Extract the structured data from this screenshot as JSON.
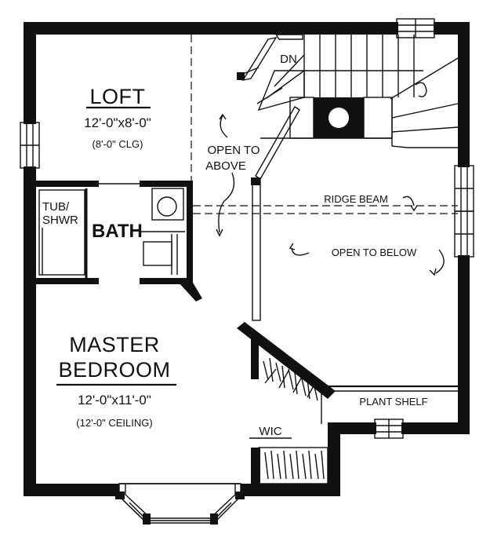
{
  "rooms": {
    "loft": {
      "name": "LOFT",
      "size": "12'-0\"x8'-0\"",
      "ceiling": "(8'-0\" CLG)"
    },
    "bath": {
      "name": "BATH",
      "fixture_line1": "TUB/",
      "fixture_line2": "SHWR"
    },
    "master": {
      "name_line1": "MASTER",
      "name_line2": "BEDROOM",
      "size": "12'-0\"x11'-0\"",
      "ceiling": "(12'-0\" CEILING)"
    },
    "wic": {
      "name": "WIC"
    }
  },
  "notes": {
    "stair_down": "DN",
    "open_above_line1": "OPEN TO",
    "open_above_line2": "ABOVE",
    "ridge_beam": "RIDGE BEAM",
    "open_below": "OPEN TO BELOW",
    "plant_shelf": "PLANT SHELF"
  },
  "colors": {
    "ink": "#111111",
    "paper": "#ffffff"
  }
}
